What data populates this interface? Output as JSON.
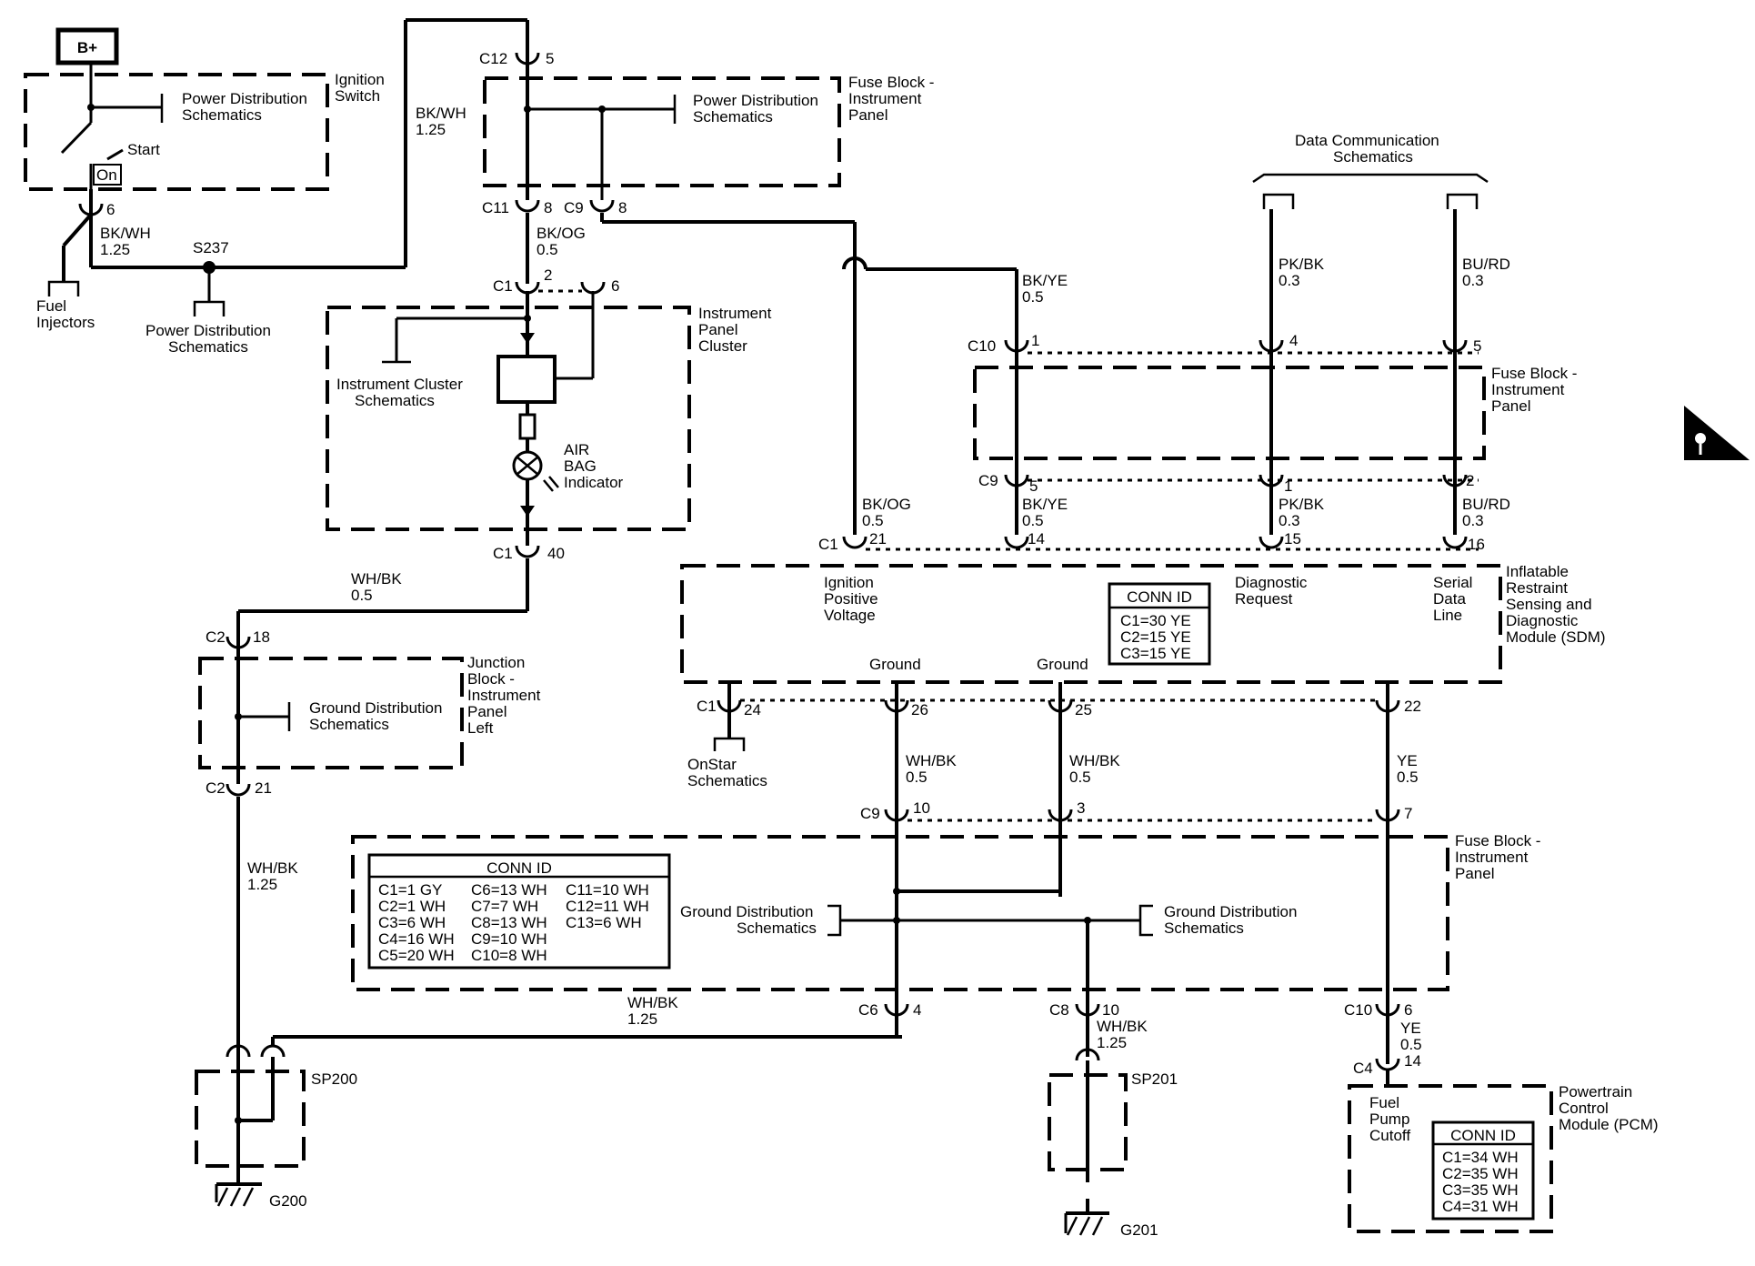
{
  "battery": "B+",
  "ignition_switch": {
    "label": [
      "Ignition",
      "Switch"
    ],
    "start": "Start",
    "on": "On",
    "pin": "6",
    "wire": [
      "BK/WH",
      "1.25"
    ]
  },
  "fuel_injectors": [
    "Fuel",
    "Injectors"
  ],
  "splice_s237": "S237",
  "power_dist_schem": [
    "Power Distribution",
    "Schematics"
  ],
  "wire_bkwh": [
    "BK/WH",
    "1.25"
  ],
  "fuse_block_ip": [
    "Fuse Block -",
    "Instrument",
    "Panel"
  ],
  "connectors": {
    "c12": "C12",
    "c12_pin": "5",
    "c11": "C11",
    "c11_pin": "8",
    "c9": "C9",
    "c9_pin": "8",
    "c1": "C1",
    "c1_pin2": "2",
    "c1_pin6": "6",
    "c1_pin40": "40",
    "c2": "C2",
    "c2_pin18": "18",
    "c2_pin21": "21",
    "c10": "C10",
    "c10_pin1": "1",
    "c10_pin4": "4",
    "c10_pin5": "5",
    "c9b": "C9",
    "c9b_pin5": "5",
    "c9b_pin1": "1",
    "c9b_pin2": "2",
    "c1s": "C1",
    "c1s_pin21": "21",
    "c1s_pin14": "14",
    "c1s_pin15": "15",
    "c1s_pin16": "16",
    "c1g": "C1",
    "c1g_pin24": "24",
    "c1g_pin26": "26",
    "c1g_pin25": "25",
    "c1g_pin22": "22",
    "c9c": "C9",
    "c9c_pin10": "10",
    "c9c_pin3": "3",
    "c9c_pin7": "7",
    "c6": "C6",
    "c6_pin": "4",
    "c8": "C8",
    "c8_pin": "10",
    "c10b": "C10",
    "c10b_pin": "6",
    "c4": "C4",
    "c4_pin": "14"
  },
  "wire_bkog": [
    "BK/OG",
    "0.5"
  ],
  "ipc": {
    "label": [
      "Instrument",
      "Panel",
      "Cluster"
    ],
    "schem": [
      "Instrument Cluster",
      "Schematics"
    ],
    "indicator": [
      "AIR",
      "BAG",
      "Indicator"
    ]
  },
  "wire_whbk_05": [
    "WH/BK",
    "0.5"
  ],
  "junction_block": {
    "label": [
      "Junction",
      "Block -",
      "Instrument",
      "Panel",
      "Left"
    ],
    "schem": [
      "Ground Distribution",
      "Schematics"
    ]
  },
  "wire_whbk_125": [
    "WH/BK",
    "1.25"
  ],
  "splice_sp200": "SP200",
  "ground_g200": "G200",
  "data_comm": [
    "Data Communication",
    "Schematics"
  ],
  "wires_top": {
    "bkye": [
      "BK/YE",
      "0.5"
    ],
    "pkbk": [
      "PK/BK",
      "0.3"
    ],
    "burd": [
      "BU/RD",
      "0.3"
    ]
  },
  "fuse_block_ip2": [
    "Fuse Block -",
    "Instrument",
    "Panel"
  ],
  "wires_mid": {
    "bkog": [
      "BK/OG",
      "0.5"
    ],
    "bkye": [
      "BK/YE",
      "0.5"
    ],
    "pkbk": [
      "PK/BK",
      "0.3"
    ],
    "burd": [
      "BU/RD",
      "0.3"
    ]
  },
  "sdm": {
    "label": [
      "Inflatable",
      "Restraint",
      "Sensing and",
      "Diagnostic",
      "Module (SDM)"
    ],
    "ign": [
      "Ignition",
      "Positive",
      "Voltage"
    ],
    "diag": [
      "Diagnostic",
      "Request"
    ],
    "serial": [
      "Serial",
      "Data",
      "Line"
    ],
    "conn_title": "CONN ID",
    "conn": [
      "C1=30 YE",
      "C2=15 YE",
      "C3=15 YE"
    ],
    "ground1": "Ground",
    "ground2": "Ground"
  },
  "onstar": [
    "OnStar",
    "Schematics"
  ],
  "wires_gnd": {
    "whbk1": [
      "WH/BK",
      "0.5"
    ],
    "whbk2": [
      "WH/BK",
      "0.5"
    ],
    "ye": [
      "YE",
      "0.5"
    ]
  },
  "fuse_block_ip3": [
    "Fuse Block -",
    "Instrument",
    "Panel"
  ],
  "fuse_conn": {
    "title": "CONN ID",
    "col1": [
      "C1=1 GY",
      "C2=1 WH",
      "C3=6 WH",
      "C4=16 WH",
      "C5=20 WH"
    ],
    "col2": [
      "C6=13 WH",
      "C7=7 WH",
      "C8=13 WH",
      "C9=10 WH",
      "C10=8 WH"
    ],
    "col3": [
      "C11=10 WH",
      "C12=11 WH",
      "C13=6 WH"
    ]
  },
  "ground_dist_left": [
    "Ground Distribution",
    "Schematics"
  ],
  "ground_dist_right": [
    "Ground Distribution",
    "Schematics"
  ],
  "wire_c6": [
    "WH/BK",
    "1.25"
  ],
  "wire_c8": [
    "WH/BK",
    "1.25"
  ],
  "splice_sp201": "SP201",
  "ground_g201": "G201",
  "wire_c10b": [
    "YE",
    "0.5"
  ],
  "pcm": {
    "label": [
      "Powertrain",
      "Control",
      "Module (PCM)"
    ],
    "fuel": [
      "Fuel",
      "Pump",
      "Cutoff"
    ],
    "conn_title": "CONN ID",
    "conn": [
      "C1=34 WH",
      "C2=35 WH",
      "C3=35 WH",
      "C4=31 WH"
    ]
  }
}
